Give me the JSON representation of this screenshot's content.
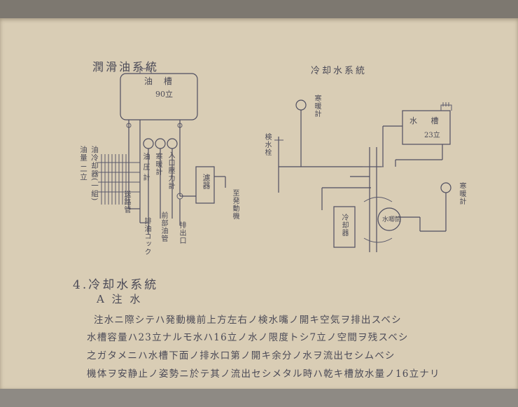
{
  "lubrication_diagram": {
    "title": "潤滑油系統",
    "tank_label": "油 槽",
    "tank_capacity": "90立",
    "cooler_label": "油冷却器(一組)",
    "cooler_capacity": "油量 二立",
    "pressure_gauge_label": "油 圧 計",
    "inlet_pressure_label": "入口壓力計",
    "thermometer_label": "寒暖計",
    "filter_label": "濾器",
    "to_engine_label": "至発動機",
    "return_pipe_label": "送路管",
    "drain_label": "排油コック",
    "return_label": "前部油管",
    "outlet_label": "排出口"
  },
  "cooling_diagram": {
    "title": "冷却水系統",
    "tank_label": "水 槽",
    "tank_capacity": "23立",
    "thermometer_label": "寒暖計",
    "pump_label": "水唧筒",
    "cooler_label": "冷却器",
    "valve_label": "検水栓",
    "outlet_thermometer_label": "寒暖計"
  },
  "text": {
    "section_heading": "4.冷却水系統",
    "subsection": "A 注 水",
    "line1": "注水ニ際シテハ発動機前上方左右ノ検水嘴ノ開キ空気ヲ排出スベシ",
    "line2": "水槽容量ハ23立ナルモ水ハ16立ノ水ノ限度トシ7立ノ空間ヲ残スベシ",
    "line3": "之ガタメニハ水槽下面ノ排水口第ノ開キ余分ノ水ヲ流出セシムベシ",
    "line4": "機体ヲ安静止ノ姿勢ニ於テ其ノ流出セシメタル時ハ乾キ槽放水量ノ16立ナリ"
  }
}
